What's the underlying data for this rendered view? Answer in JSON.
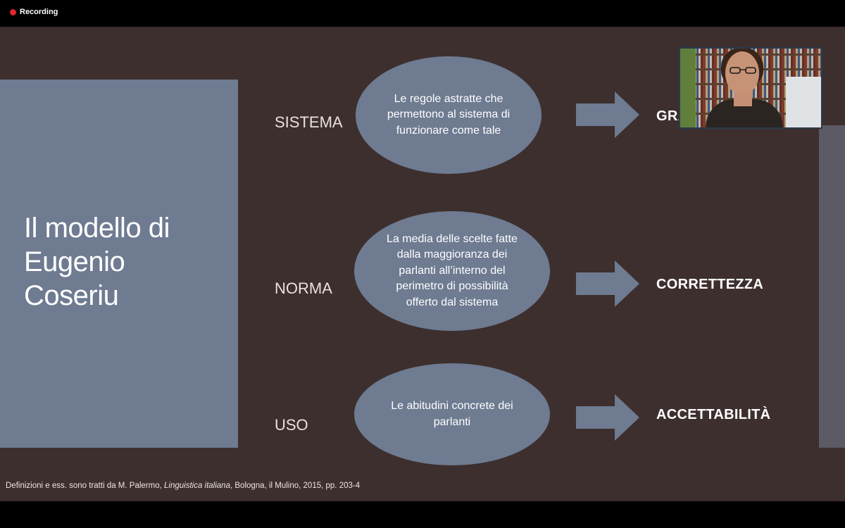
{
  "recording": {
    "label": "Recording"
  },
  "slide": {
    "title_lines": [
      "Il modello di",
      "Eugenio",
      "Coseriu"
    ],
    "rows": [
      {
        "label": "SISTEMA",
        "description": "Le regole astratte che permettono al sistema di funzionare come tale",
        "result": "GRAMMATICALITÀ"
      },
      {
        "label": "NORMA",
        "description": "La media delle scelte fatte dalla maggioranza dei parlanti all’interno del perimetro di possibilità offerto dal sistema",
        "result": "CORRETTEZZA"
      },
      {
        "label": "USO",
        "description": "Le abitudini concrete dei parlanti",
        "result": "ACCETTABILITÀ"
      }
    ],
    "footnote": {
      "before": "Definizioni e ess. sono tratti da M. Palermo, ",
      "italic": "Linguistica italiana",
      "after": ", Bologna, il Mulino, 2015, pp. 203-4"
    }
  },
  "colors": {
    "slide_bg": "#3d2f2e",
    "panel": "#6e7b91",
    "record_dot": "#e2262c"
  },
  "icons": [
    "record-dot-icon",
    "arrow-right-icon"
  ]
}
